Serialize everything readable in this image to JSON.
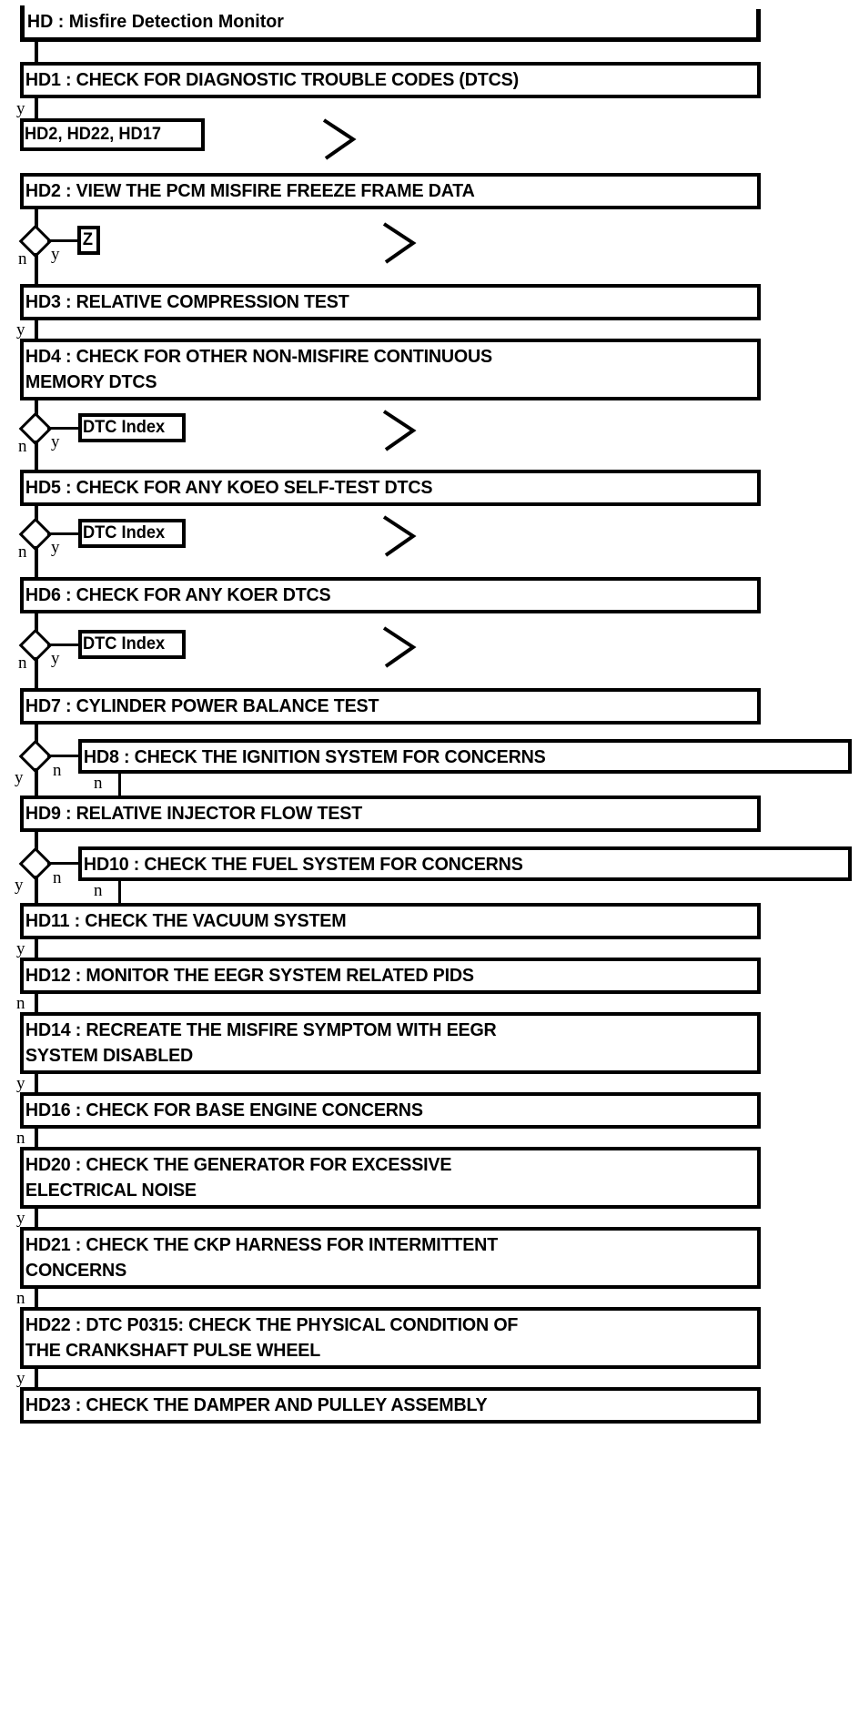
{
  "diagram": {
    "title": "HD : Misfire Detection Monitor",
    "type": "flowchart",
    "domain": "automotive-diagnostic-pinpoint-test",
    "colors": {
      "stroke": "#000000",
      "fill": "#ffffff"
    },
    "branch_labels": {
      "yes": "y",
      "no": "n"
    },
    "nodes": [
      {
        "id": "HD",
        "kind": "header",
        "label": "HD : Misfire Detection Monitor"
      },
      {
        "id": "HD1",
        "kind": "process",
        "label": "HD1 : CHECK FOR DIAGNOSTIC TROUBLE CODES (DTCS)"
      },
      {
        "id": "REF1",
        "kind": "reference",
        "label": "HD2, HD22, HD17"
      },
      {
        "id": "HD2",
        "kind": "process",
        "label": "HD2 : VIEW THE PCM MISFIRE FREEZE FRAME DATA"
      },
      {
        "id": "REF2",
        "kind": "reference",
        "label": "Z"
      },
      {
        "id": "HD3",
        "kind": "process",
        "label": "HD3 : RELATIVE COMPRESSION TEST"
      },
      {
        "id": "HD4",
        "kind": "process",
        "label": "HD4 : CHECK FOR OTHER NON-MISFIRE CONTINUOUS\nMEMORY DTCS"
      },
      {
        "id": "REF3",
        "kind": "reference",
        "label": "DTC Index"
      },
      {
        "id": "HD5",
        "kind": "process",
        "label": "HD5 : CHECK FOR ANY KOEO SELF-TEST DTCS"
      },
      {
        "id": "REF4",
        "kind": "reference",
        "label": "DTC Index"
      },
      {
        "id": "HD6",
        "kind": "process",
        "label": "HD6 : CHECK FOR ANY KOER DTCS"
      },
      {
        "id": "REF5",
        "kind": "reference",
        "label": "DTC Index"
      },
      {
        "id": "HD7",
        "kind": "process",
        "label": "HD7 : CYLINDER POWER BALANCE TEST"
      },
      {
        "id": "HD8",
        "kind": "process",
        "label": "HD8 : CHECK THE IGNITION SYSTEM FOR CONCERNS"
      },
      {
        "id": "HD9",
        "kind": "process",
        "label": "HD9 : RELATIVE INJECTOR FLOW TEST"
      },
      {
        "id": "HD10",
        "kind": "process",
        "label": "HD10 : CHECK THE FUEL SYSTEM FOR CONCERNS"
      },
      {
        "id": "HD11",
        "kind": "process",
        "label": "HD11 : CHECK THE VACUUM SYSTEM"
      },
      {
        "id": "HD12",
        "kind": "process",
        "label": "HD12 : MONITOR THE EEGR SYSTEM RELATED PIDS"
      },
      {
        "id": "HD14",
        "kind": "process",
        "label": "HD14 : RECREATE THE MISFIRE SYMPTOM WITH EEGR\nSYSTEM DISABLED"
      },
      {
        "id": "HD16",
        "kind": "process",
        "label": "HD16 : CHECK FOR BASE ENGINE CONCERNS"
      },
      {
        "id": "HD20",
        "kind": "process",
        "label": "HD20 : CHECK THE GENERATOR FOR EXCESSIVE\nELECTRICAL NOISE"
      },
      {
        "id": "HD21",
        "kind": "process",
        "label": "HD21 : CHECK THE CKP HARNESS FOR INTERMITTENT\nCONCERNS"
      },
      {
        "id": "HD22",
        "kind": "process",
        "label": "HD22 : DTC P0315: CHECK THE PHYSICAL CONDITION OF\nTHE CRANKSHAFT PULSE WHEEL"
      },
      {
        "id": "HD23",
        "kind": "process",
        "label": "HD23 : CHECK THE DAMPER AND PULLEY ASSEMBLY"
      }
    ],
    "edge_labels": {
      "hd1_to_ref1": "y",
      "hd2_diamond_yes": "y",
      "hd2_diamond_no": "n",
      "hd3_to_hd4": "y",
      "hd4_diamond_yes": "y",
      "hd4_diamond_no": "n",
      "hd5_diamond_yes": "y",
      "hd5_diamond_no": "n",
      "hd6_diamond_yes": "y",
      "hd6_diamond_no": "n",
      "hd7_diamond_yes": "y",
      "hd7_diamond_no": "n",
      "hd8_no": "n",
      "hd9_diamond_yes": "y",
      "hd9_diamond_no": "n",
      "hd10_no": "n",
      "hd11_to_hd12": "y",
      "hd12_to_hd14": "n",
      "hd14_to_hd16": "y",
      "hd16_to_hd20": "n",
      "hd20_to_hd21": "y",
      "hd21_to_hd22": "n",
      "hd22_to_hd23": "y"
    }
  }
}
